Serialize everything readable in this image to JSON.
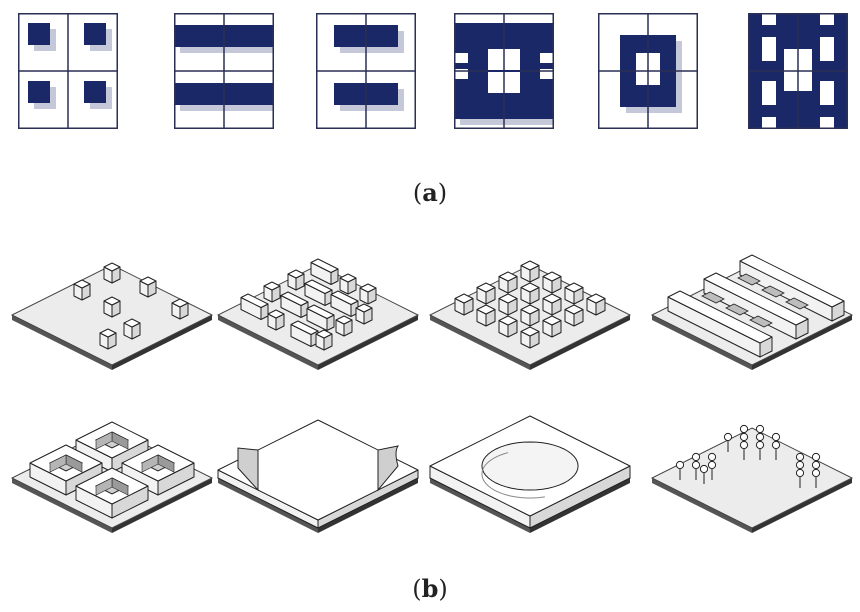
{
  "colors": {
    "ink": "#1b2867",
    "shadow": "#c4c8d8",
    "frame": "#2a2f55",
    "line": "#222222",
    "top": "#ffffff",
    "side": "#d8d8d8",
    "ground": "#ececec",
    "ground_edge": "#444444"
  },
  "caption_a": {
    "open": "(",
    "letter": "a",
    "close": ")"
  },
  "caption_b": {
    "open": "(",
    "letter": "b",
    "close": ")"
  },
  "panel_a": {
    "patterns": [
      {
        "name": "four-blocks"
      },
      {
        "name": "two-slabs"
      },
      {
        "name": "two-bars"
      },
      {
        "name": "perimeter-court"
      },
      {
        "name": "central-court"
      },
      {
        "name": "grid"
      }
    ]
  },
  "panel_b": {
    "row1": [
      {
        "name": "pavilions"
      },
      {
        "name": "terraces"
      },
      {
        "name": "cubes"
      },
      {
        "name": "courtyard-slabs"
      }
    ],
    "row2": [
      {
        "name": "courtyard-blocks"
      },
      {
        "name": "curved-cut"
      },
      {
        "name": "circular-plaza"
      },
      {
        "name": "trees"
      }
    ]
  }
}
